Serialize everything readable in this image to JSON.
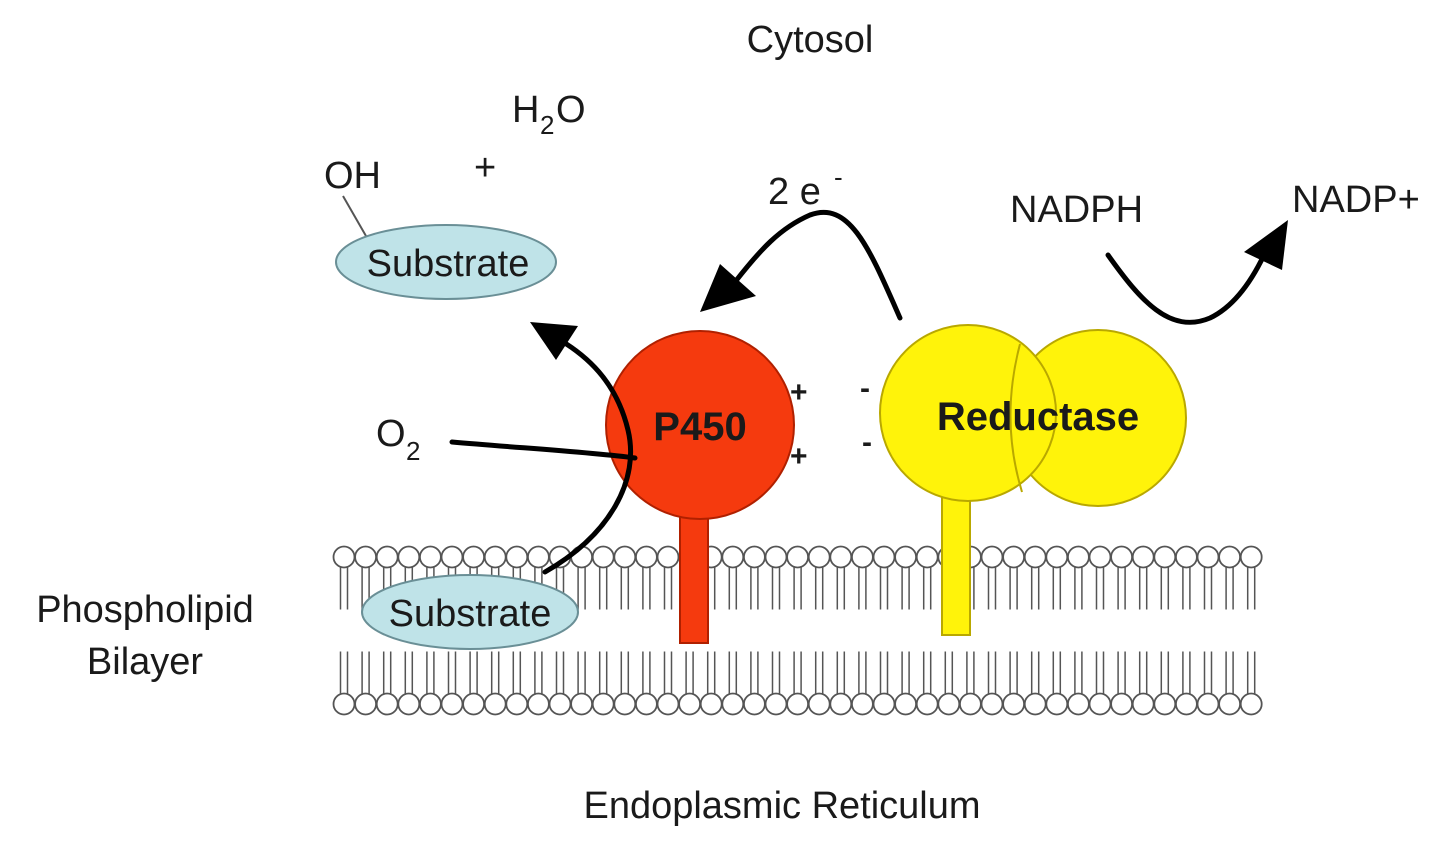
{
  "labels": {
    "cytosol": "Cytosol",
    "water_main": "H",
    "water_sub": "2",
    "water_tail": "O",
    "hydroxyl": "OH",
    "plus": "+",
    "electrons": "2 e",
    "electron_sup": "-",
    "nadph": "NADPH",
    "nadp_plus": "NADP+",
    "substrate_product": "Substrate",
    "substrate_membrane": "Substrate",
    "oxygen_main": "O",
    "oxygen_sub": "2",
    "p450": "P450",
    "reductase": "Reductase",
    "membrane_label_line1": "Phospholipid",
    "membrane_label_line2": "Bilayer",
    "compartment": "Endoplasmic Reticulum",
    "charge_p450_top": "+",
    "charge_p450_bottom": "+",
    "charge_red_top": "-",
    "charge_red_bottom": "-"
  },
  "colors": {
    "p450": "#f53a0e",
    "reductase": "#fff30a",
    "substrate": "#bfe3e8",
    "membrane_stroke": "#555555",
    "arrow": "#000000"
  },
  "icons": {
    "arrows": "curved-arrow",
    "membrane": "phospholipid-bilayer"
  }
}
